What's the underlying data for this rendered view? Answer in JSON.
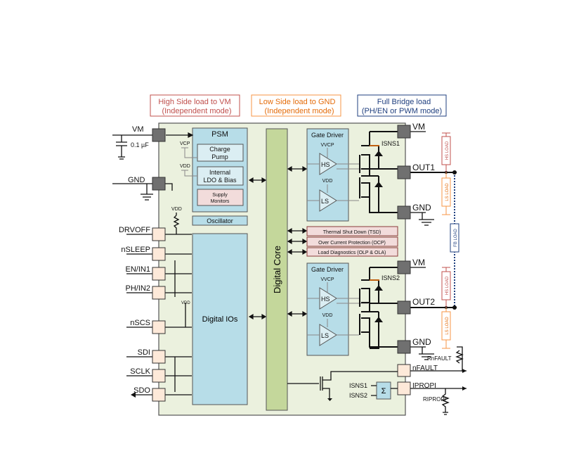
{
  "legend": {
    "hs": {
      "line1": "High Side load to VM",
      "line2": "(Independent mode)",
      "color": "#c0504d"
    },
    "ls": {
      "line1": "Low Side load to GND",
      "line2": "(Independent mode)",
      "color": "#f79646"
    },
    "fb": {
      "line1": "Full Bridge load",
      "line2": "(PH/EN or PWM mode)",
      "color": "#1f3f7f"
    }
  },
  "blocks": {
    "psm": "PSM",
    "charge_pump_1": "Charge",
    "charge_pump_2": "Pump",
    "ldo_1": "Internal",
    "ldo_2": "LDO & Bias",
    "supply_1": "Supply",
    "supply_2": "Monitors",
    "oscillator": "Oscillator",
    "digital_ios": "Digital IOs",
    "digital_core": "Digital Core",
    "gate_driver": "Gate Driver",
    "tsd": "Thermal Shut Down (TSD)",
    "ocp": "Over Current Protection (OCP)",
    "diag": "Load Diagnostics (OLP & OLA)",
    "hs": "HS",
    "ls": "LS",
    "vvcp": "VVCP",
    "vvdd": "VDD",
    "sigma": "Σ"
  },
  "labels": {
    "vcp": "VCP",
    "vdd": "VDD",
    "cap": "0.1 µF",
    "isns1": "ISNS1",
    "isns2": "ISNS2",
    "r_nfault": "RnFAULT",
    "r_ipropi": "RIPROPI",
    "hs_load": "HS LOAD",
    "ls_load": "LS LOAD",
    "fb_load": "FB LOAD"
  },
  "pins_left": [
    "VM",
    "GND",
    "DRVOFF",
    "nSLEEP",
    "EN/IN1",
    "PH/IN2",
    "nSCS",
    "SDI",
    "SCLK",
    "SDO"
  ],
  "pins_right": [
    "VM",
    "OUT1",
    "GND",
    "VM",
    "OUT2",
    "GND",
    "nFAULT",
    "IPROPI"
  ],
  "colors": {
    "chip": "#ebf1de",
    "block": "#b7dde8",
    "core": "#c4d79b",
    "protect": "#f2dcdb",
    "pin_power": "#707070",
    "pin_io": "#fde9d9"
  }
}
